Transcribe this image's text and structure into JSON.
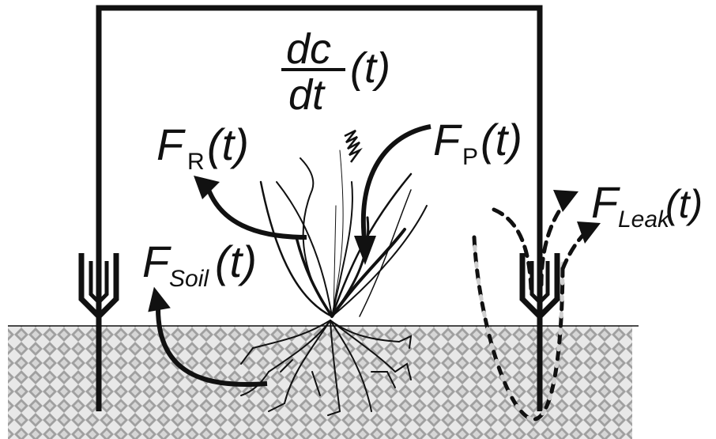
{
  "rate": {
    "numerator": "dc",
    "denominator": "dt",
    "arg": "(t)"
  },
  "fluxes": {
    "respiration": {
      "symbol": "F",
      "subscript": "R",
      "arg": "(t)"
    },
    "photosynthesis": {
      "symbol": "F",
      "subscript": "P",
      "arg": "(t)"
    },
    "soil": {
      "symbol": "F",
      "subscript": "Soil",
      "arg": "(t)"
    },
    "leak": {
      "symbol": "F",
      "subscript": "Leak",
      "arg": "(t)"
    }
  },
  "colors": {
    "ink": "#111111",
    "soil_light": "#e6e6e6",
    "soil_dark": "#9a9a9a"
  }
}
